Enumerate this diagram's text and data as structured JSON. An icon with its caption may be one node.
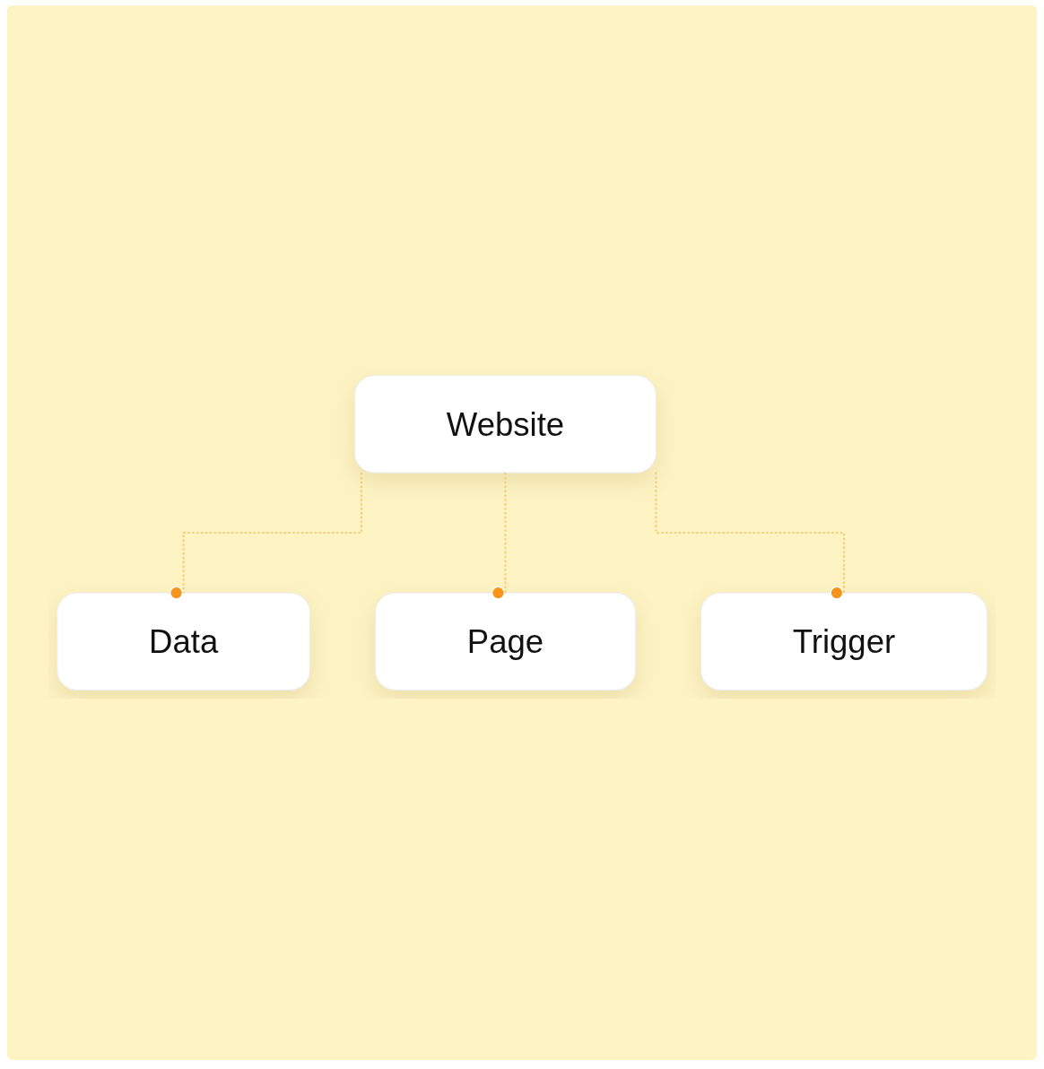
{
  "diagram": {
    "nodes": [
      {
        "text": [
          "Website"
        ]
      },
      {
        "text": [
          "Data"
        ]
      },
      {
        "text": [
          "Page"
        ]
      },
      {
        "text": [
          "Trigger"
        ]
      }
    ],
    "edges": [
      {
        "from": 0,
        "to": 1,
        "arrow": "other",
        "style": "dashed"
      },
      {
        "from": 0,
        "to": 2,
        "arrow": "other",
        "style": "dashed"
      },
      {
        "from": 0,
        "to": 3,
        "arrow": "other",
        "style": "dashed"
      }
    ]
  }
}
